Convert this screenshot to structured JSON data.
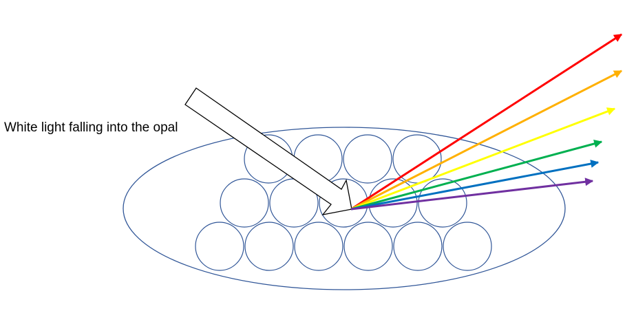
{
  "diagram": {
    "caption": "White light falling into the opal",
    "outline_color": "#2f5597",
    "sphere_rows": [
      {
        "row": "top",
        "count": 4
      },
      {
        "row": "middle",
        "count": 5
      },
      {
        "row": "bottom",
        "count": 6
      }
    ],
    "incoming_arrow": {
      "label": "white light",
      "fill": "#ffffff",
      "stroke": "#000000"
    },
    "rays": [
      {
        "name": "red",
        "color": "#ff0000"
      },
      {
        "name": "orange",
        "color": "#ffb000"
      },
      {
        "name": "yellow",
        "color": "#ffff00"
      },
      {
        "name": "green",
        "color": "#00b050"
      },
      {
        "name": "blue",
        "color": "#0070c0"
      },
      {
        "name": "violet",
        "color": "#7030a0"
      }
    ]
  }
}
